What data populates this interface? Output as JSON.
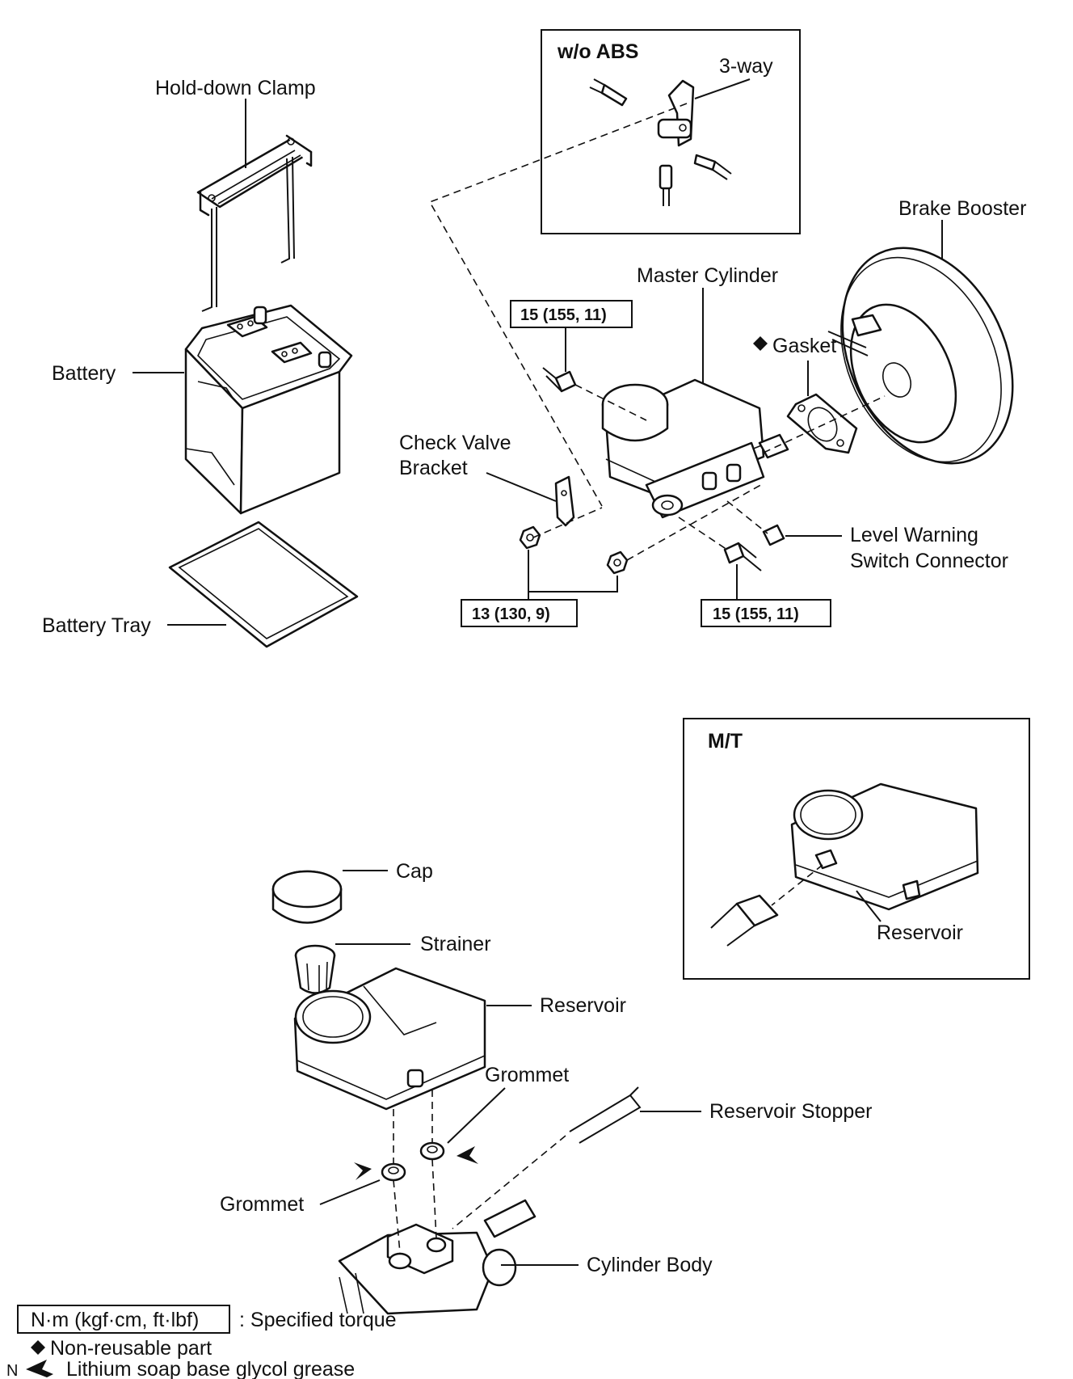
{
  "labels": {
    "hold_down_clamp": "Hold-down Clamp",
    "battery": "Battery",
    "battery_tray": "Battery Tray",
    "wo_abs": "w/o ABS",
    "three_way": "3-way",
    "brake_booster": "Brake Booster",
    "master_cylinder": "Master Cylinder",
    "gasket": "Gasket",
    "check_valve_bracket_1": "Check Valve",
    "check_valve_bracket_2": "Bracket",
    "level_warning_1": "Level Warning",
    "level_warning_2": "Switch Connector",
    "mt": "M/T",
    "reservoir_mt": "Reservoir",
    "cap": "Cap",
    "strainer": "Strainer",
    "reservoir": "Reservoir",
    "grommet_upper": "Grommet",
    "grommet_lower": "Grommet",
    "reservoir_stopper": "Reservoir Stopper",
    "cylinder_body": "Cylinder Body",
    "corner_mark": "N"
  },
  "torques": {
    "t1": "15 (155, 11)",
    "t2": "13 (130, 9)",
    "t3": "15 (155, 11)"
  },
  "legend": {
    "torque_unit": "N·m (kgf·cm, ft·lbf)",
    "torque_desc": ": Specified torque",
    "non_reusable": "Non-reusable part",
    "grease": "Lithium soap base glycol grease"
  }
}
